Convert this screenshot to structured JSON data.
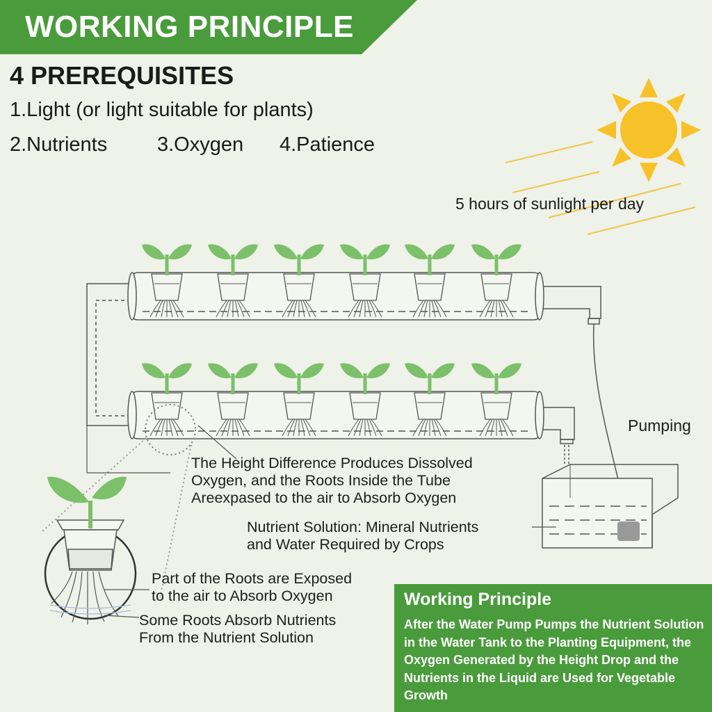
{
  "header": {
    "title": "WORKING PRINCIPLE"
  },
  "prerequisites": {
    "title": "4 PREREQUISITES",
    "item1": "1.Light (or light suitable for plants)",
    "item2": "2.Nutrients",
    "item3": "3.Oxygen",
    "item4": "4.Patience"
  },
  "sun": {
    "label": "5 hours of sunlight per day"
  },
  "diagram": {
    "pumping": "Pumping",
    "height_line1": "The Height Difference Produces Dissolved",
    "height_line2": "Oxygen, and the Roots Inside the Tube",
    "height_line3": "Areexpased to the air to Absorb Oxygen",
    "nutrient_line1": "Nutrient Solution: Mineral Nutrients",
    "nutrient_line2": "and Water Required by Crops",
    "roots_exposed_line1": "Part of the Roots are Exposed",
    "roots_exposed_line2": "to the air to Absorb Oxygen",
    "roots_absorb_line1": "Some Roots Absorb Nutrients",
    "roots_absorb_line2": "From the Nutrient Solution"
  },
  "working_principle": {
    "title": "Working Principle",
    "body": "After the Water Pump Pumps the Nutrient Solution in the Water Tank to the Planting Equipment, the Oxygen Generated by the Height Drop and the Nutrients in the Liquid are Used for Vegetable Growth"
  },
  "colors": {
    "green": "#4a9b3c",
    "leaf": "#7cc06a",
    "sun": "#f7c12a",
    "background": "#eef2e8"
  }
}
